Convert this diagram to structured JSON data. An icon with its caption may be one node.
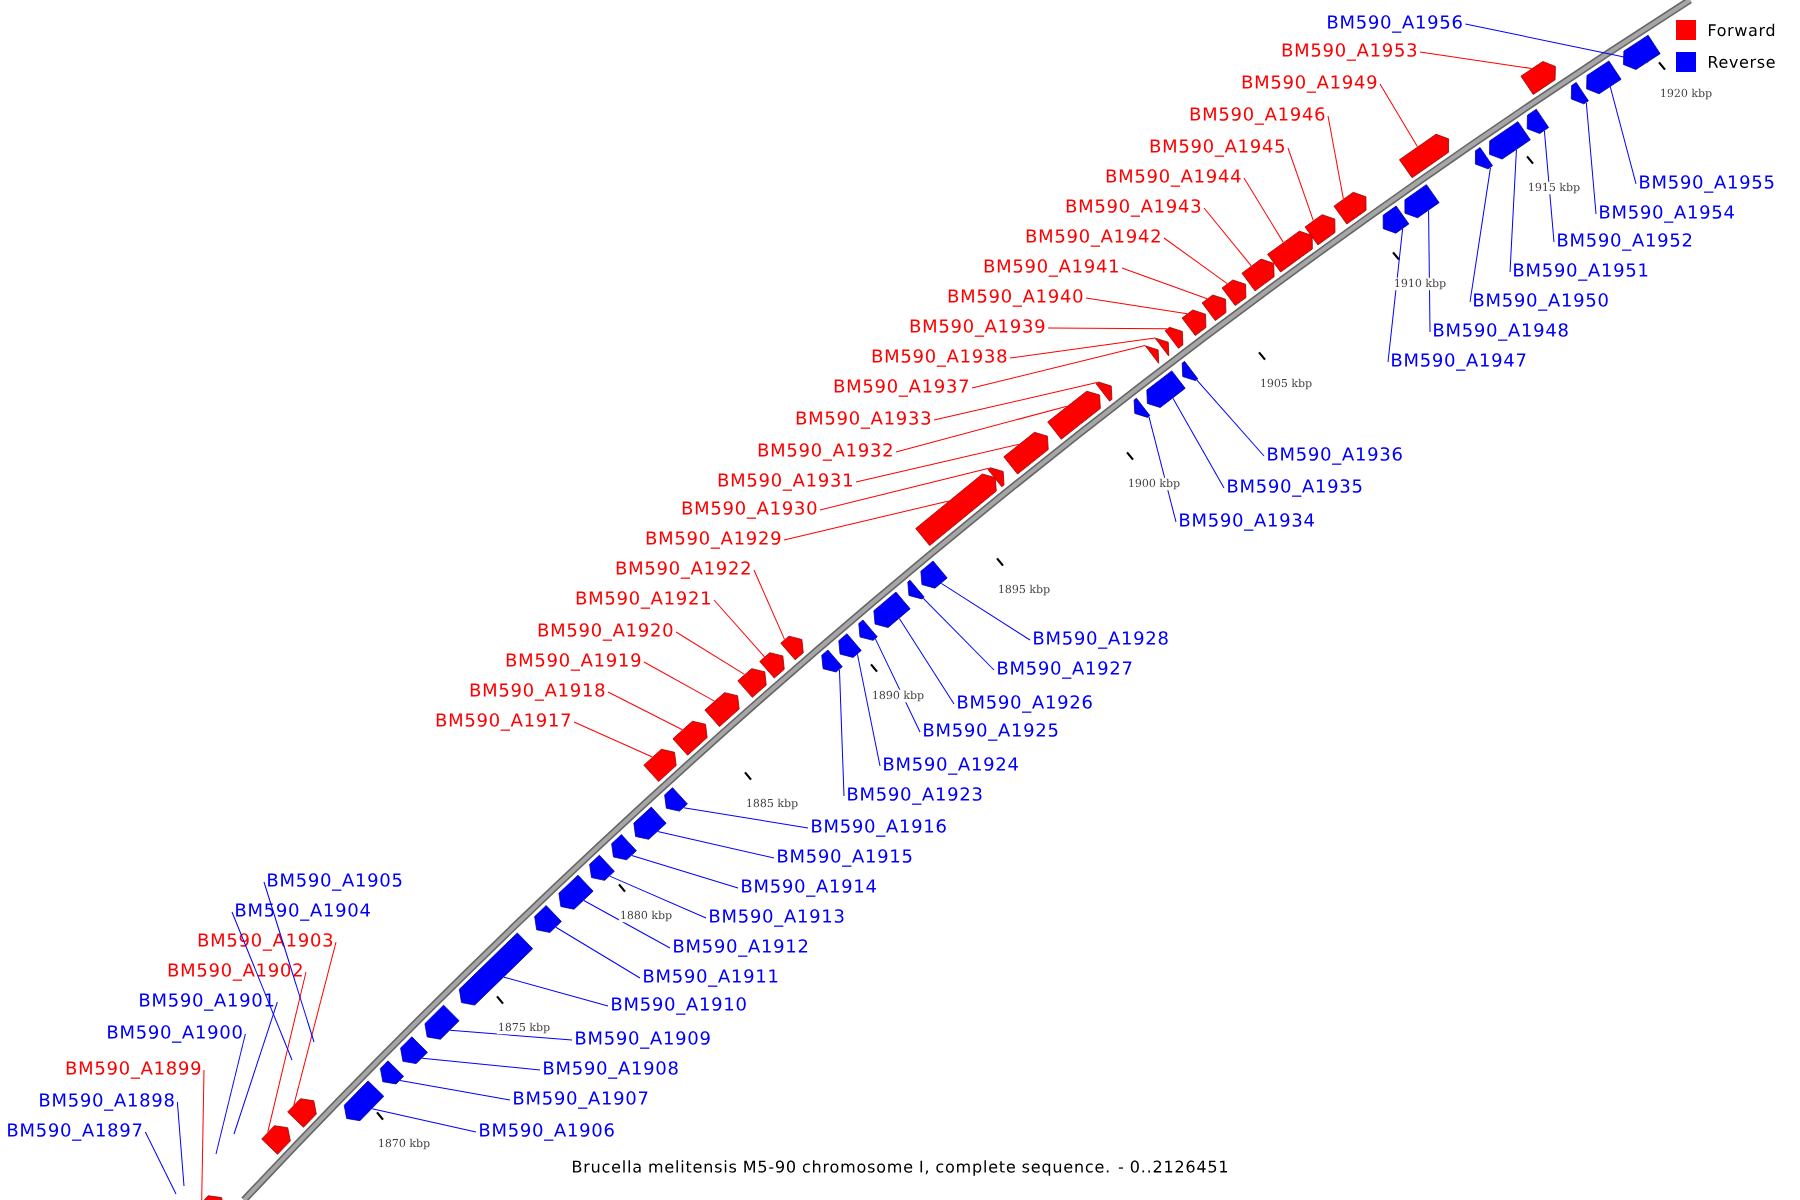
{
  "diagram": {
    "caption": "Brucella melitensis M5-90 chromosome I, complete sequence. - 0..2126451",
    "nodes": [
      {
        "text": [
          "BM590_A1897"
        ]
      },
      {
        "text": [
          "BM590_A1898"
        ]
      },
      {
        "text": [
          "BM590_A1899"
        ]
      },
      {
        "text": [
          "BM590_A1900"
        ]
      },
      {
        "text": [
          "BM590_A1901"
        ]
      },
      {
        "text": [
          "BM590_A1902"
        ]
      },
      {
        "text": [
          "BM590_A1903"
        ]
      },
      {
        "text": [
          "BM590_A1904"
        ]
      },
      {
        "text": [
          "BM590_A1905"
        ]
      },
      {
        "text": [
          "BM590_A1906"
        ]
      },
      {
        "text": [
          "BM590_A1907"
        ]
      },
      {
        "text": [
          "BM590_A1908"
        ]
      },
      {
        "text": [
          "BM590_A1909"
        ]
      },
      {
        "text": [
          "BM590_A1910"
        ]
      },
      {
        "text": [
          "BM590_A1911"
        ]
      },
      {
        "text": [
          "BM590_A1912"
        ]
      },
      {
        "text": [
          "BM590_A1913"
        ]
      },
      {
        "text": [
          "BM590_A1914"
        ]
      },
      {
        "text": [
          "BM590_A1915"
        ]
      },
      {
        "text": [
          "BM590_A1916"
        ]
      },
      {
        "text": [
          "BM590_A1917"
        ]
      },
      {
        "text": [
          "BM590_A1918"
        ]
      },
      {
        "text": [
          "BM590_A1919"
        ]
      },
      {
        "text": [
          "BM590_A1920"
        ]
      },
      {
        "text": [
          "BM590_A1921"
        ]
      },
      {
        "text": [
          "BM590_A1922"
        ]
      },
      {
        "text": [
          "BM590_A1923"
        ]
      },
      {
        "text": [
          "BM590_A1924"
        ]
      },
      {
        "text": [
          "BM590_A1925"
        ]
      },
      {
        "text": [
          "BM590_A1926"
        ]
      },
      {
        "text": [
          "BM590_A1927"
        ]
      },
      {
        "text": [
          "BM590_A1928"
        ]
      },
      {
        "text": [
          "BM590_A1929"
        ]
      },
      {
        "text": [
          "BM590_A1930"
        ]
      },
      {
        "text": [
          "BM590_A1931"
        ]
      },
      {
        "text": [
          "BM590_A1932"
        ]
      },
      {
        "text": [
          "BM590_A1933"
        ]
      },
      {
        "text": [
          "BM590_A1934"
        ]
      },
      {
        "text": [
          "BM590_A1935"
        ]
      },
      {
        "text": [
          "BM590_A1936"
        ]
      },
      {
        "text": [
          "BM590_A1937"
        ]
      },
      {
        "text": [
          "BM590_A1938"
        ]
      },
      {
        "text": [
          "BM590_A1939"
        ]
      },
      {
        "text": [
          "BM590_A1940"
        ]
      },
      {
        "text": [
          "BM590_A1941"
        ]
      },
      {
        "text": [
          "BM590_A1942"
        ]
      },
      {
        "text": [
          "BM590_A1943"
        ]
      },
      {
        "text": [
          "BM590_A1944"
        ]
      },
      {
        "text": [
          "BM590_A1945"
        ]
      },
      {
        "text": [
          "BM590_A1946"
        ]
      },
      {
        "text": [
          "BM590_A1947"
        ]
      },
      {
        "text": [
          "BM590_A1948"
        ]
      },
      {
        "text": [
          "BM590_A1949"
        ]
      },
      {
        "text": [
          "BM590_A1950"
        ]
      },
      {
        "text": [
          "BM590_A1951"
        ]
      },
      {
        "text": [
          "BM590_A1952"
        ]
      },
      {
        "text": [
          "BM590_A1953"
        ]
      },
      {
        "text": [
          "BM590_A1954"
        ]
      },
      {
        "text": [
          "BM590_A1955"
        ]
      },
      {
        "text": [
          "BM590_A1956"
        ]
      },
      {
        "text": [],
        "shape": "arrow"
      },
      {
        "text": [],
        "shape": "arrow"
      },
      {
        "text": [],
        "shape": "arrow"
      },
      {
        "text": [],
        "shape": "arrow"
      },
      {
        "text": [],
        "shape": "arrow"
      },
      {
        "text": [],
        "shape": "arrow"
      },
      {
        "text": [],
        "shape": "arrow"
      },
      {
        "text": [],
        "shape": "arrow"
      },
      {
        "text": [],
        "shape": "arrow"
      },
      {
        "text": [],
        "shape": "arrow"
      },
      {
        "text": [],
        "shape": "arrow"
      },
      {
        "text": [],
        "shape": "arrow"
      },
      {
        "text": [],
        "shape": "arrow"
      },
      {
        "text": [],
        "shape": "arrow"
      },
      {
        "text": [],
        "shape": "arrow"
      },
      {
        "text": [],
        "shape": "arrow"
      },
      {
        "text": [],
        "shape": "arrow"
      },
      {
        "text": [],
        "shape": "arrow"
      },
      {
        "text": [],
        "shape": "arrow"
      },
      {
        "text": [],
        "shape": "arrow"
      },
      {
        "text": [],
        "shape": "arrow"
      },
      {
        "text": [],
        "shape": "arrow"
      },
      {
        "text": [],
        "shape": "arrow"
      },
      {
        "text": [],
        "shape": "arrow"
      },
      {
        "text": [],
        "shape": "arrow"
      },
      {
        "text": [],
        "shape": "arrow"
      },
      {
        "text": [],
        "shape": "arrow"
      },
      {
        "text": [],
        "shape": "arrow"
      },
      {
        "text": [],
        "shape": "arrow"
      },
      {
        "text": [],
        "shape": "arrow"
      },
      {
        "text": [],
        "shape": "arrow"
      },
      {
        "text": [],
        "shape": "arrow"
      },
      {
        "text": [],
        "shape": "arrow"
      },
      {
        "text": [],
        "shape": "arrow"
      },
      {
        "text": [],
        "shape": "arrow"
      },
      {
        "text": [],
        "shape": "arrow"
      },
      {
        "text": [],
        "shape": "arrow"
      },
      {
        "text": [],
        "shape": "arrow"
      },
      {
        "text": [],
        "shape": "arrow"
      },
      {
        "text": [],
        "shape": "arrow"
      },
      {
        "text": [],
        "shape": "arrow"
      },
      {
        "text": [],
        "shape": "arrow"
      },
      {
        "text": [],
        "shape": "arrow"
      },
      {
        "text": [],
        "shape": "arrow"
      },
      {
        "text": [],
        "shape": "arrow"
      },
      {
        "text": [],
        "shape": "arrow"
      },
      {
        "text": [],
        "shape": "arrow"
      },
      {
        "text": [],
        "shape": "arrow"
      },
      {
        "text": [],
        "shape": "arrow"
      },
      {
        "text": [],
        "shape": "arrow"
      },
      {
        "text": [],
        "shape": "arrow"
      },
      {
        "text": [],
        "shape": "arrow"
      },
      {
        "text": [],
        "shape": "arrow"
      },
      {
        "text": [],
        "shape": "arrow"
      }
    ],
    "edges": [
      {
        "from": 0,
        "to": null,
        "arrow": "none"
      },
      {
        "from": 1,
        "to": null,
        "arrow": "none"
      },
      {
        "from": 2,
        "to": 60,
        "arrow": "none",
        "color": "#ff0000"
      },
      {
        "from": 3,
        "to": null,
        "arrow": "none"
      },
      {
        "from": 4,
        "to": null,
        "arrow": "none"
      },
      {
        "from": 5,
        "to": 61,
        "arrow": "none",
        "color": "#ff0000"
      },
      {
        "from": 6,
        "to": 62,
        "arrow": "none",
        "color": "#ff0000"
      },
      {
        "from": 7,
        "to": null,
        "arrow": "none"
      },
      {
        "from": 8,
        "to": null,
        "arrow": "none"
      },
      {
        "from": 9,
        "to": 63,
        "arrow": "none"
      },
      {
        "from": 10,
        "to": 64,
        "arrow": "none"
      },
      {
        "from": 11,
        "to": 65,
        "arrow": "none"
      },
      {
        "from": 12,
        "to": 66,
        "arrow": "none"
      },
      {
        "from": 13,
        "to": 67,
        "arrow": "none"
      },
      {
        "from": 14,
        "to": 68,
        "arrow": "none"
      },
      {
        "from": 15,
        "to": 69,
        "arrow": "none"
      },
      {
        "from": 16,
        "to": 70,
        "arrow": "none"
      },
      {
        "from": 17,
        "to": 71,
        "arrow": "none"
      },
      {
        "from": 18,
        "to": 72,
        "arrow": "none"
      },
      {
        "from": 19,
        "to": 73,
        "arrow": "none"
      },
      {
        "from": 20,
        "to": 74,
        "arrow": "none",
        "color": "#ff0000"
      },
      {
        "from": 21,
        "to": 75,
        "arrow": "none",
        "color": "#ff0000"
      },
      {
        "from": 22,
        "to": 76,
        "arrow": "none",
        "color": "#ff0000"
      },
      {
        "from": 23,
        "to": 77,
        "arrow": "none",
        "color": "#ff0000"
      },
      {
        "from": 24,
        "to": 78,
        "arrow": "none",
        "color": "#ff0000"
      },
      {
        "from": 25,
        "to": 79,
        "arrow": "none",
        "color": "#ff0000"
      },
      {
        "from": 26,
        "to": 80,
        "arrow": "none"
      },
      {
        "from": 27,
        "to": 81,
        "arrow": "none"
      },
      {
        "from": 28,
        "to": 82,
        "arrow": "none"
      },
      {
        "from": 29,
        "to": 83,
        "arrow": "none"
      },
      {
        "from": 30,
        "to": 84,
        "arrow": "none"
      },
      {
        "from": 31,
        "to": 85,
        "arrow": "none"
      },
      {
        "from": 32,
        "to": 86,
        "arrow": "none",
        "color": "#ff0000"
      },
      {
        "from": 33,
        "to": 87,
        "arrow": "none",
        "color": "#ff0000"
      },
      {
        "from": 34,
        "to": 88,
        "arrow": "none",
        "color": "#ff0000"
      },
      {
        "from": 35,
        "to": 89,
        "arrow": "none",
        "color": "#ff0000"
      },
      {
        "from": 36,
        "to": 90,
        "arrow": "none",
        "color": "#ff0000"
      },
      {
        "from": 37,
        "to": 91,
        "arrow": "none"
      },
      {
        "from": 38,
        "to": 92,
        "arrow": "none"
      },
      {
        "from": 39,
        "to": 93,
        "arrow": "none"
      },
      {
        "from": 40,
        "to": 94,
        "arrow": "none",
        "color": "#ff0000"
      },
      {
        "from": 41,
        "to": 95,
        "arrow": "none",
        "color": "#ff0000"
      },
      {
        "from": 42,
        "to": 96,
        "arrow": "none",
        "color": "#ff0000"
      },
      {
        "from": 43,
        "to": 97,
        "arrow": "none",
        "color": "#ff0000"
      },
      {
        "from": 44,
        "to": 98,
        "arrow": "none",
        "color": "#ff0000"
      },
      {
        "from": 45,
        "to": 99,
        "arrow": "none",
        "color": "#ff0000"
      },
      {
        "from": 46,
        "to": 100,
        "arrow": "none",
        "color": "#ff0000"
      },
      {
        "from": 47,
        "to": 101,
        "arrow": "none",
        "color": "#ff0000"
      },
      {
        "from": 48,
        "to": 102,
        "arrow": "none",
        "color": "#ff0000"
      },
      {
        "from": 49,
        "to": 103,
        "arrow": "none",
        "color": "#ff0000"
      },
      {
        "from": 50,
        "to": 104,
        "arrow": "none"
      },
      {
        "from": 51,
        "to": 105,
        "arrow": "none"
      },
      {
        "from": 52,
        "to": 106,
        "arrow": "none",
        "color": "#ff0000"
      },
      {
        "from": 53,
        "to": 107,
        "arrow": "none"
      },
      {
        "from": 54,
        "to": 108,
        "arrow": "none"
      },
      {
        "from": 55,
        "to": 109,
        "arrow": "none"
      },
      {
        "from": 56,
        "to": 110,
        "arrow": "none",
        "color": "#ff0000"
      },
      {
        "from": 57,
        "to": 111,
        "arrow": "none"
      },
      {
        "from": 58,
        "to": 112,
        "arrow": "none"
      },
      {
        "from": 59,
        "to": 113,
        "arrow": "none"
      }
    ],
    "labels": [
      "1870 kbp",
      "1875 kbp",
      "1880 kbp",
      "1885 kbp",
      "1890 kbp",
      "1895 kbp",
      "1900 kbp",
      "1905 kbp",
      "1910 kbp",
      "1915 kbp",
      "1920 kbp"
    ],
    "legend": [
      {
        "text": "Forward",
        "color": "#ff0000"
      },
      {
        "text": "Reverse",
        "color": "#0000ff"
      }
    ]
  }
}
